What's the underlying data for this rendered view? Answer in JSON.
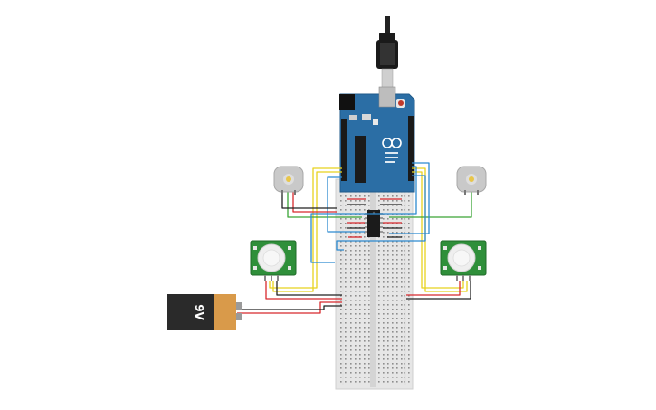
{
  "battery": {
    "label": "9V"
  },
  "colors": {
    "arduino_board": "#2b6ea5",
    "breadboard": "#e6e6e6",
    "pir_board": "#2f8f3a",
    "battery_body": "#2a2a2a",
    "battery_cap": "#d99a4a",
    "wire_red": "#d8282c",
    "wire_black": "#222222",
    "wire_yellow": "#e8d21d",
    "wire_green": "#3aa535",
    "wire_blue": "#2c8ad0",
    "motor": "#c9c9c9"
  },
  "components": {
    "arduino": "arduino-uno",
    "breadboard": "breadboard-half",
    "ic": "motor-driver-ic",
    "motor_left": "dc-motor",
    "motor_right": "dc-motor",
    "pir_left": "pir-motion-sensor",
    "pir_right": "pir-motion-sensor",
    "usb": "usb-cable"
  }
}
